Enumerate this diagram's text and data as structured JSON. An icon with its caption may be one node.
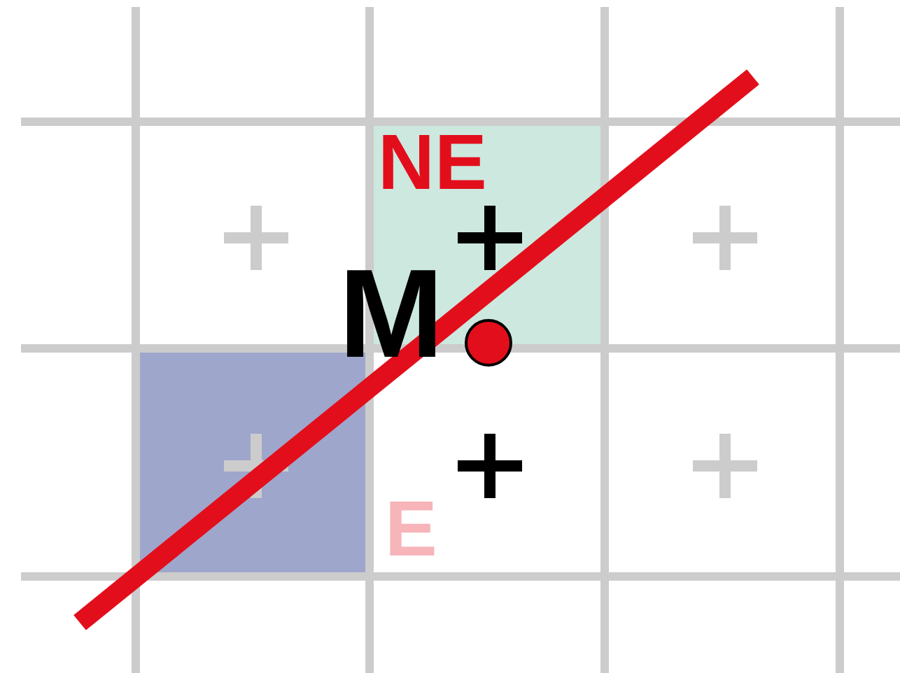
{
  "diagram": {
    "labels": [
      "NE",
      "M",
      "E"
    ]
  }
}
